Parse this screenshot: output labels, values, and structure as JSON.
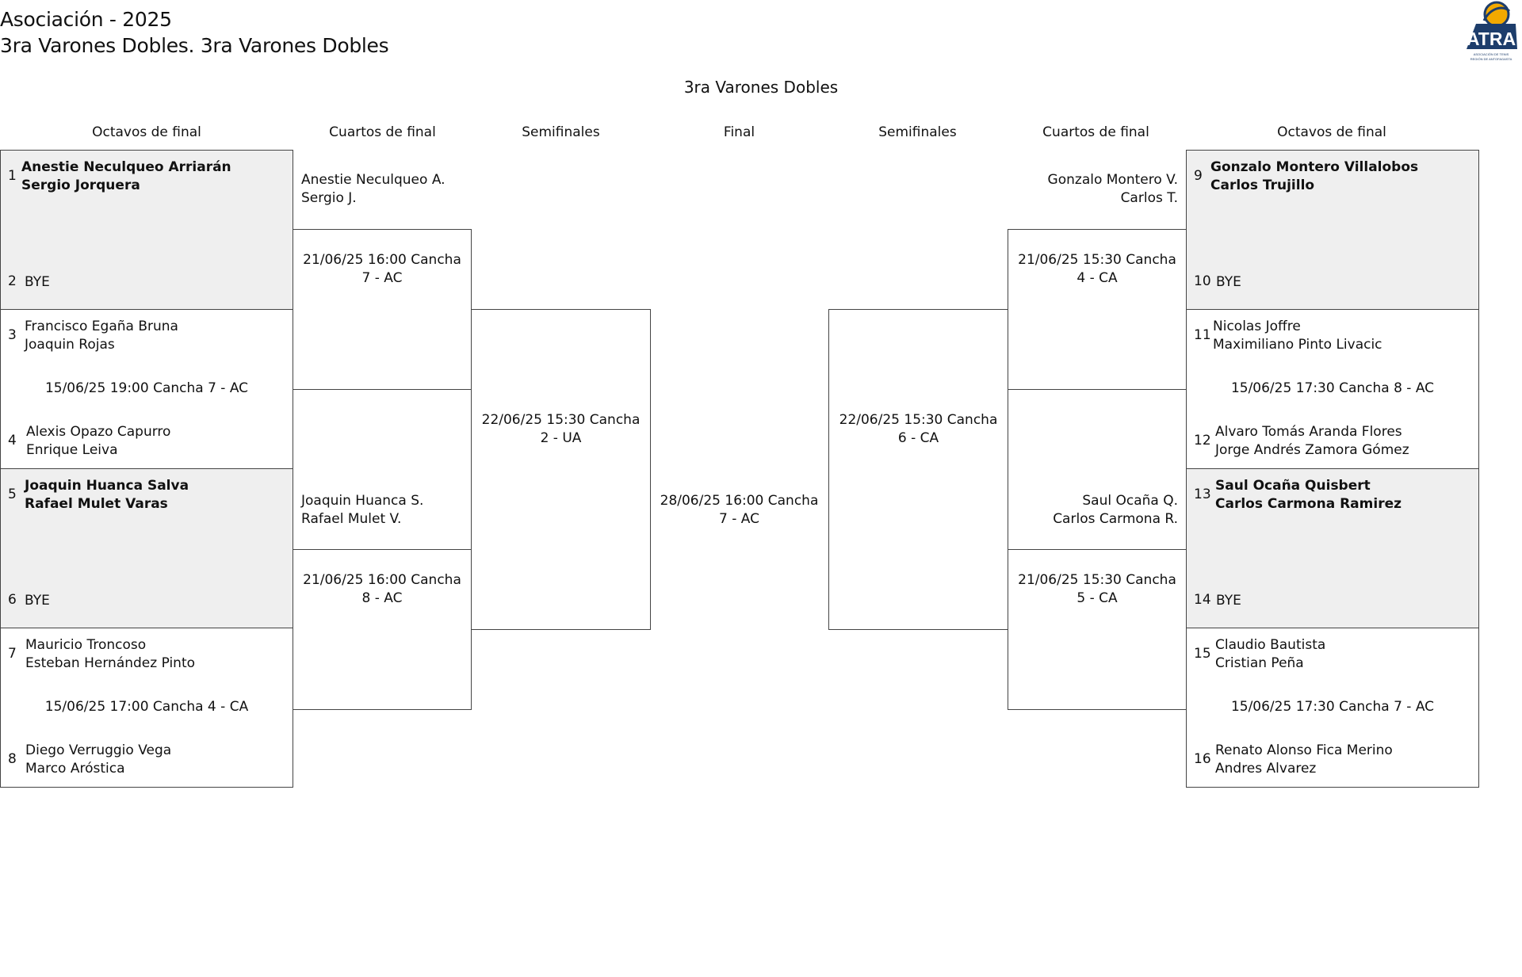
{
  "header": {
    "title": "Asociación - 2025",
    "subtitle": "3ra Varones Dobles. 3ra Varones Dobles",
    "logo_text": "ATRA",
    "logo_subtext": "ASOCIACIÓN DE TENIS REGIÓN DE ANTOFAGASTA"
  },
  "bracket_title": "3ra Varones Dobles",
  "rounds": {
    "r16_left": "Octavos de final",
    "qf_left": "Cuartos de final",
    "sf_left": "Semifinales",
    "final": "Final",
    "sf_right": "Semifinales",
    "qf_right": "Cuartos de final",
    "r16_right": "Octavos de final"
  },
  "r16_left": [
    {
      "seed_a": "1",
      "a1": "Anestie Neculqueo Arriarán",
      "a2": "Sergio Jorquera",
      "seed_b": "2",
      "b1": "BYE",
      "b2": "",
      "sched": ""
    },
    {
      "seed_a": "3",
      "a1": "Francisco Egaña Bruna",
      "a2": "Joaquin Rojas",
      "seed_b": "4",
      "b1": "Alexis Opazo Capurro",
      "b2": "Enrique Leiva",
      "sched": "15/06/25 19:00 Cancha 7 - AC"
    },
    {
      "seed_a": "5",
      "a1": "Joaquin Huanca Salva",
      "a2": "Rafael Mulet Varas",
      "seed_b": "6",
      "b1": "BYE",
      "b2": "",
      "sched": ""
    },
    {
      "seed_a": "7",
      "a1": "Mauricio Troncoso",
      "a2": "Esteban Hernández Pinto",
      "seed_b": "8",
      "b1": "Diego Verruggio Vega",
      "b2": "Marco Aróstica",
      "sched": "15/06/25 17:00 Cancha 4 - CA"
    }
  ],
  "r16_right": [
    {
      "seed_a": "9",
      "a1": "Gonzalo Montero Villalobos",
      "a2": "Carlos Trujillo",
      "seed_b": "10",
      "b1": "BYE",
      "b2": "",
      "sched": ""
    },
    {
      "seed_a": "11",
      "a1": "Nicolas Joffre",
      "a2": "Maximiliano Pinto Livacic",
      "seed_b": "12",
      "b1": "Alvaro Tomás Aranda Flores",
      "b2": "Jorge Andrés Zamora Gómez",
      "sched": "15/06/25 17:30 Cancha 8 - AC"
    },
    {
      "seed_a": "13",
      "a1": "Saul Ocaña Quisbert",
      "a2": "Carlos Carmona Ramirez",
      "seed_b": "14",
      "b1": "BYE",
      "b2": "",
      "sched": ""
    },
    {
      "seed_a": "15",
      "a1": "Claudio Bautista",
      "a2": "Cristian Peña",
      "seed_b": "16",
      "b1": "Renato Alonso Fica Merino",
      "b2": "Andres Alvarez",
      "sched": "15/06/25 17:30 Cancha 7 - AC"
    }
  ],
  "qf_left": [
    {
      "p1": "Anestie Neculqueo A.",
      "p2": "Sergio J.",
      "sched1": "21/06/25 16:00 Cancha",
      "sched2": "7 - AC"
    },
    {
      "p1": "Joaquin Huanca S.",
      "p2": "Rafael Mulet V.",
      "sched1": "21/06/25 16:00 Cancha",
      "sched2": "8 - AC"
    }
  ],
  "qf_right": [
    {
      "p1": "Gonzalo Montero V.",
      "p2": "Carlos T.",
      "sched1": "21/06/25 15:30 Cancha",
      "sched2": "4 - CA"
    },
    {
      "p1": "Saul Ocaña Q.",
      "p2": "Carlos Carmona R.",
      "sched1": "21/06/25 15:30 Cancha",
      "sched2": "5 - CA"
    }
  ],
  "sf_left": {
    "sched1": "22/06/25 15:30 Cancha",
    "sched2": "2 - UA"
  },
  "sf_right": {
    "sched1": "22/06/25 15:30 Cancha",
    "sched2": "6 - CA"
  },
  "final": {
    "sched1": "28/06/25 16:00 Cancha",
    "sched2": "7 - AC"
  }
}
